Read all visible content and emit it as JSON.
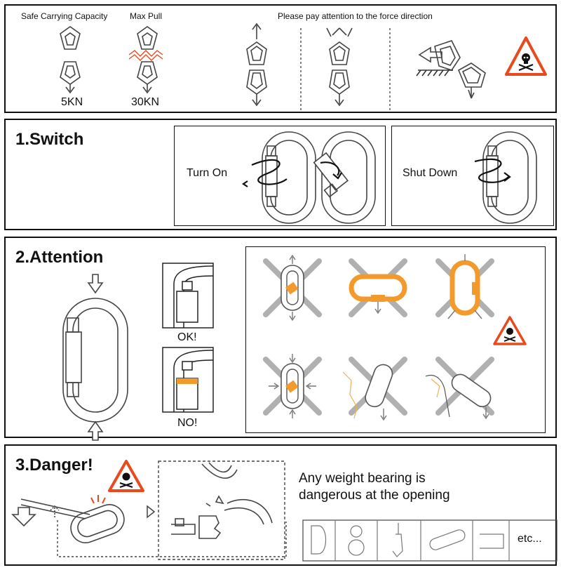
{
  "top": {
    "label_safe": "Safe Carrying Capacity",
    "label_max": "Max Pull",
    "label_direction": "Please pay attention to the force direction",
    "value_safe": "5KN",
    "value_max": "30KN"
  },
  "switch_section": {
    "title": "1.Switch",
    "turn_on": "Turn On",
    "shut_down": "Shut Down"
  },
  "attention_section": {
    "title": "2.Attention",
    "ok": "OK!",
    "no": "NO!"
  },
  "danger_section": {
    "title": "3.Danger!",
    "message_line1": "Any weight bearing is",
    "message_line2": "dangerous at the opening",
    "etc": "etc..."
  },
  "colors": {
    "accent": "#f39a2c",
    "warning_red": "#e84a1e",
    "gray": "#9a9a9a"
  },
  "icons": [
    "carabiner-icon",
    "arrow-icon",
    "skull-warning-icon",
    "x-mark-icon"
  ]
}
